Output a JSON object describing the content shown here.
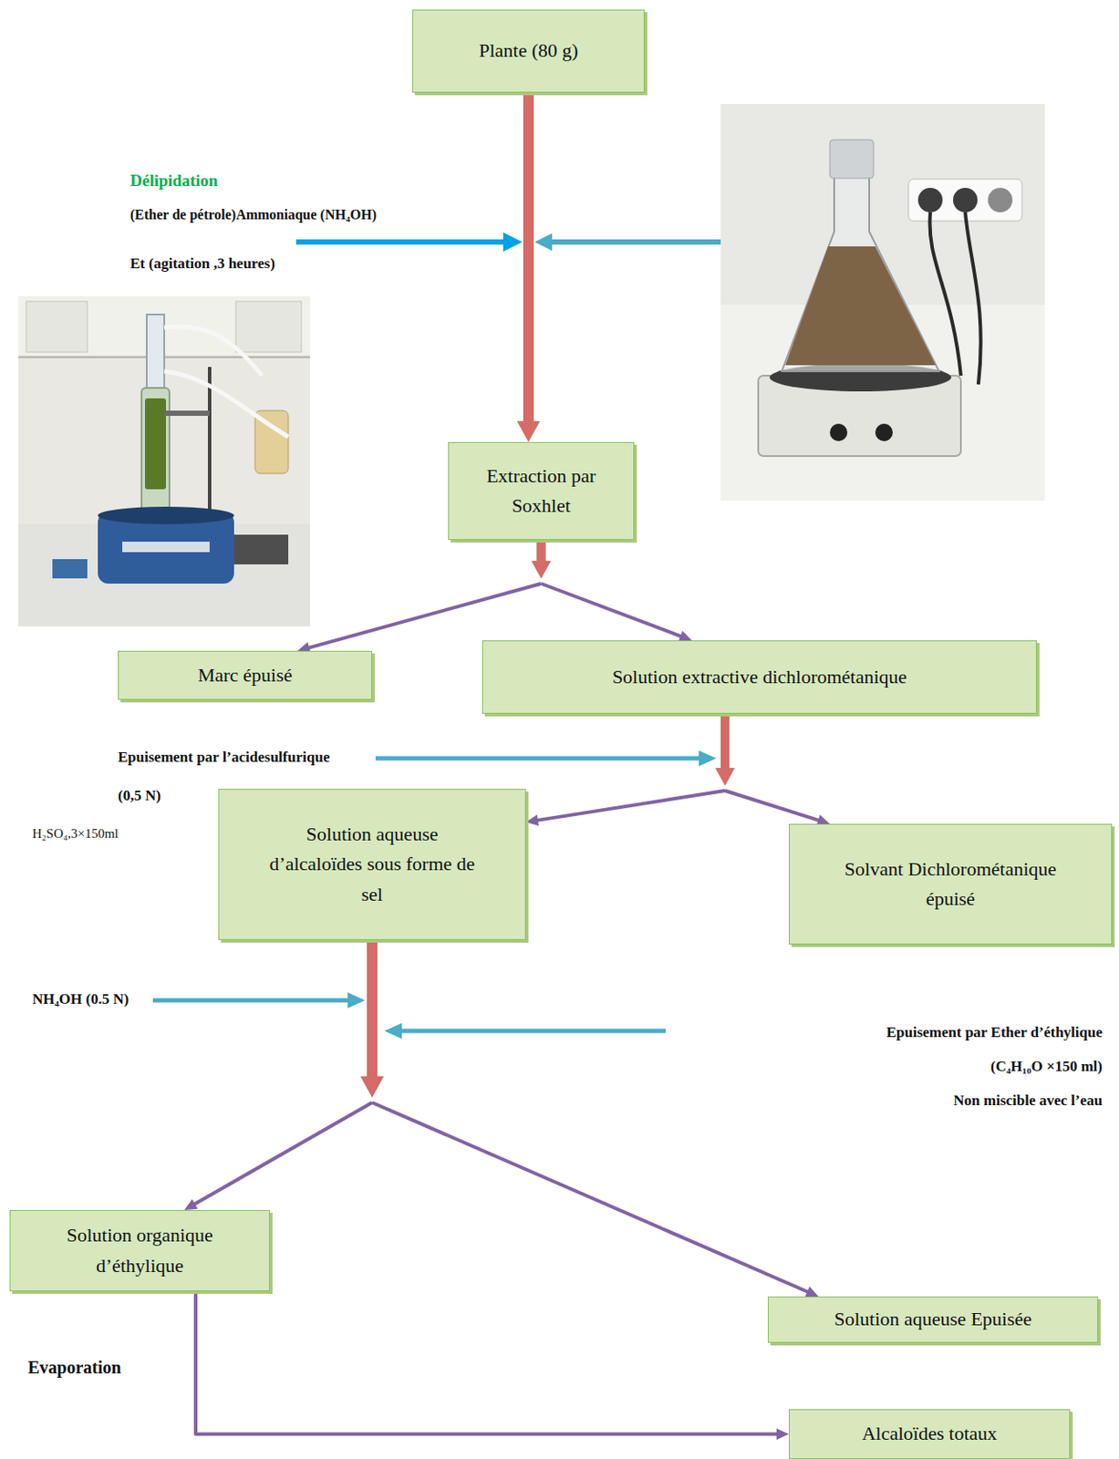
{
  "diagram": {
    "nodes": [
      {
        "text": [
          "Plante (80 g)"
        ]
      },
      {
        "text": [
          "Extraction par Soxhlet"
        ]
      },
      {
        "text": [
          "Marc épuisé"
        ]
      },
      {
        "text": [
          "Solution extractive dichlorométanique"
        ]
      },
      {
        "text": [
          "Solution aqueuse d’alcaloïdes sous forme de sel"
        ]
      },
      {
        "text": [
          "Solvant Dichlorométanique épuisé"
        ]
      },
      {
        "text": [
          "Solution organique d’éthylique"
        ]
      },
      {
        "text": [
          "Solution aqueuse Epuisée"
        ]
      },
      {
        "text": [
          "Alcaloïdes totaux"
        ]
      }
    ],
    "edges": [
      {
        "from": 0,
        "to": 1,
        "arrow": "to"
      },
      {
        "from": 1,
        "to": 2,
        "arrow": "to"
      },
      {
        "from": 1,
        "to": 3,
        "arrow": "to"
      },
      {
        "from": 3,
        "to": 4,
        "arrow": "to"
      },
      {
        "from": 3,
        "to": 5,
        "arrow": "to"
      },
      {
        "from": 4,
        "to": 6,
        "arrow": "to"
      },
      {
        "from": 4,
        "to": 7,
        "arrow": "to"
      },
      {
        "from": 6,
        "to": 8,
        "arrow": "to"
      }
    ],
    "labels": [
      "Délipidation",
      "(Ether de pétrole)Ammoniaque (NH₄OH)",
      "Et (agitation ,3 heures)",
      "Epuisement par l’acidesulfurique",
      "(0,5 N)",
      "H₂SO₄,3×150ml",
      "NH₄OH (0.5 N)",
      "Epuisement par Ether d’éthylique",
      "(C₄H₁₀O ×150 ml)",
      "Non miscible avec l’eau",
      "Evaporation"
    ]
  }
}
